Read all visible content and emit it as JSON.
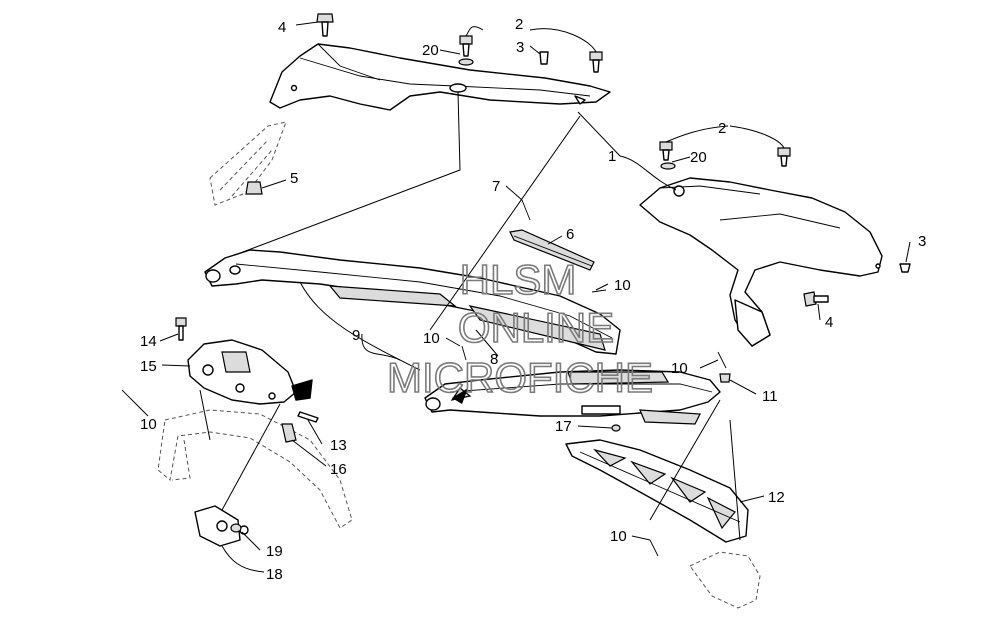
{
  "callouts": {
    "c1": "1",
    "c2a": "2",
    "c2b": "2",
    "c3a": "3",
    "c3b": "3",
    "c4a": "4",
    "c4b": "4",
    "c5": "5",
    "c6": "6",
    "c7": "7",
    "c8": "8",
    "c9": "9",
    "c10a": "10",
    "c10b": "10",
    "c10c": "10",
    "c10d": "10",
    "c10e": "10",
    "c11": "11",
    "c12": "12",
    "c13": "13",
    "c14": "14",
    "c15": "15",
    "c16": "16",
    "c17": "17",
    "c18": "18",
    "c19": "19",
    "c20a": "20",
    "c20b": "20"
  },
  "watermark": {
    "line1": "HLSM",
    "line2": "ONLINE",
    "line3": "MICROFICHE",
    "color": "#7a7a7a"
  }
}
